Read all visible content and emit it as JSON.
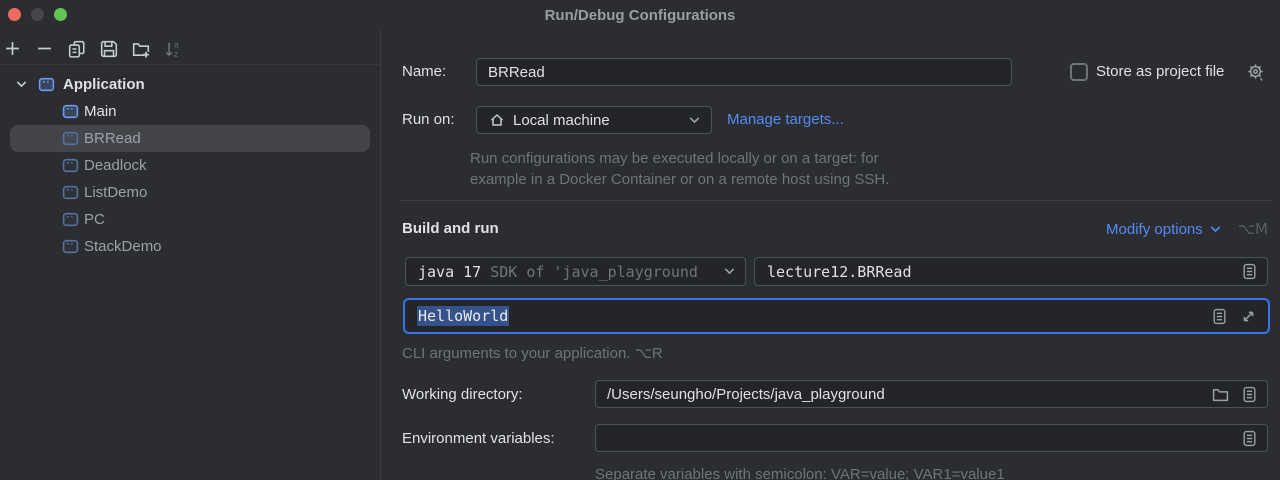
{
  "window": {
    "title": "Run/Debug Configurations"
  },
  "sidebar": {
    "toolbar_icons": [
      "add-icon",
      "remove-icon",
      "copy-icon",
      "save-icon",
      "new-folder-icon",
      "sort-alphabetically-icon"
    ],
    "tree": {
      "root_label": "Application",
      "items": [
        {
          "label": "Main"
        },
        {
          "label": "BRRead"
        },
        {
          "label": "Deadlock"
        },
        {
          "label": "ListDemo"
        },
        {
          "label": "PC"
        },
        {
          "label": "StackDemo"
        }
      ],
      "selected_item": "BRRead"
    }
  },
  "form": {
    "name_label": "Name:",
    "name_value": "BRRead",
    "store_checkbox_label": "Store as project file",
    "run_on_label": "Run on:",
    "run_on_value": "Local machine",
    "manage_targets_link": "Manage targets...",
    "run_on_help_line1": "Run configurations may be executed locally or on a target: for",
    "run_on_help_line2": "example in a Docker Container or on a remote host using SSH.",
    "section_title": "Build and run",
    "modify_options_link": "Modify options",
    "modify_options_shortcut": "⌥M",
    "sdk_value_primary": "java 17",
    "sdk_value_secondary": "SDK of 'java_playground",
    "main_class_value": "lecture12.BRRead",
    "program_args_value": "HelloWorld",
    "cli_help": "CLI arguments to your application. ⌥R",
    "working_dir_label": "Working directory:",
    "working_dir_value": "/Users/seungho/Projects/java_playground",
    "env_vars_label": "Environment variables:",
    "env_vars_value": "",
    "env_vars_help": "Separate variables with semicolon: VAR=value; VAR1=value1"
  },
  "colors": {
    "panel": "#2b2d30",
    "field_bg": "#242528",
    "field_border": "#4e5157",
    "divider": "#3c3e43",
    "text": "#dfe1e5",
    "muted_text": "#6f737a",
    "dim_text": "#9da0a8",
    "link_blue": "#548af7",
    "accent_blue": "#3574f0",
    "selection_blue": "#35538a",
    "selected_row": "#43454a",
    "traffic_red": "#ec6a5e",
    "traffic_green": "#61c454"
  }
}
